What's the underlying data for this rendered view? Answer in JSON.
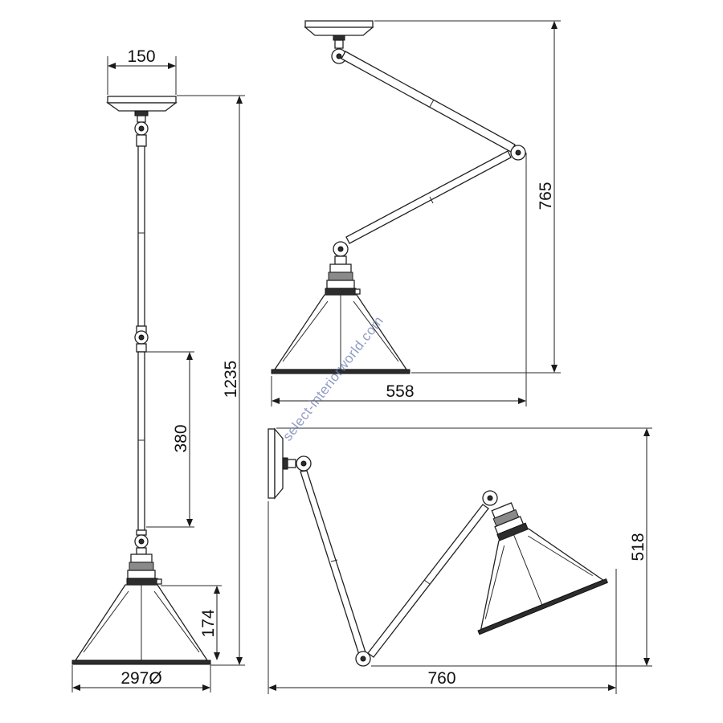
{
  "dimensions": {
    "canopy_width": "150",
    "pendant_height": "1235",
    "rod_section": "380",
    "shade_height": "174",
    "shade_diameter": "297Ø",
    "ceiling_height": "765",
    "ceiling_width": "558",
    "wall_height": "518",
    "wall_width": "760"
  },
  "watermark": "select-interiorworld.com"
}
